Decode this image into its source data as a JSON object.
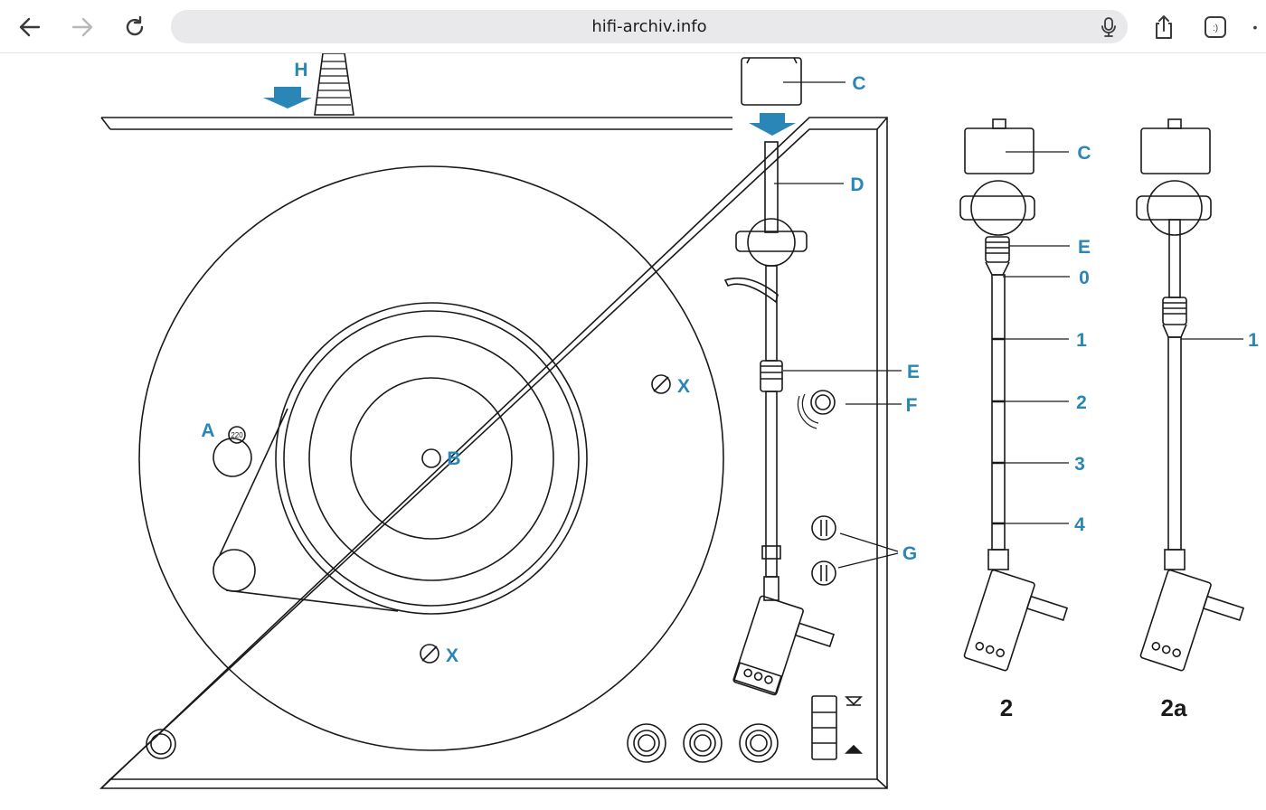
{
  "browser": {
    "url": "hifi-archiv.info",
    "icons": {
      "back": "back-arrow-icon",
      "forward": "forward-arrow-icon",
      "reload": "reload-icon",
      "mic": "microphone-icon",
      "share": "share-icon",
      "tabs": "tabs-icon",
      "more": "more-dots-icon"
    },
    "tabs_label": ":)",
    "more_label": "•"
  },
  "diagram": {
    "accent_color": "#2a86b6",
    "line_color": "#1a1a1a",
    "main_labels": {
      "H": "H",
      "C": "C",
      "D": "D",
      "E": "E",
      "F": "F",
      "G": "G",
      "A": "A",
      "B": "B",
      "X1": "X",
      "X2": "X",
      "socket": "220"
    },
    "fig2": {
      "caption": "2",
      "C": "C",
      "E": "E",
      "m0": "0",
      "m1": "1",
      "m2": "2",
      "m3": "3",
      "m4": "4"
    },
    "fig2a": {
      "caption": "2a",
      "m1": "1"
    }
  }
}
